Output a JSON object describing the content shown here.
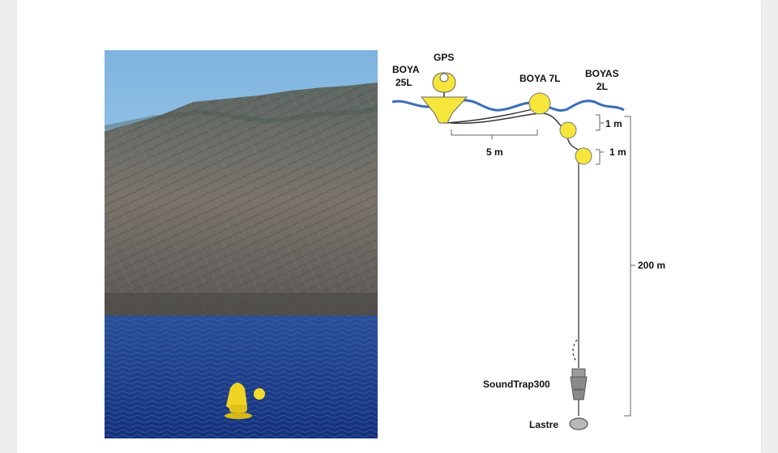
{
  "labels": {
    "boya_25l_line1": "BOYA",
    "boya_25l_line2": "25L",
    "gps": "GPS",
    "boya_7l": "BOYA 7L",
    "boyas_2l_line1": "BOYAS",
    "boyas_2l_line2": "2L",
    "dist_horizontal": "5 m",
    "dist_buoy_1": "1 m",
    "dist_buoy_2": "1 m",
    "depth": "200 m",
    "recorder": "SoundTrap300",
    "ballast": "Lastre"
  },
  "colors": {
    "buoy_yellow": "#f6e63c",
    "sea_line": "#3b6fb3",
    "sky": "#8fbfe0",
    "sea": "#1d3f86",
    "mountain": "#6f6a66"
  },
  "icons": {
    "gps_antenna": "gps-icon",
    "recorder": "hydrophone-icon",
    "ballast": "weight-icon"
  }
}
